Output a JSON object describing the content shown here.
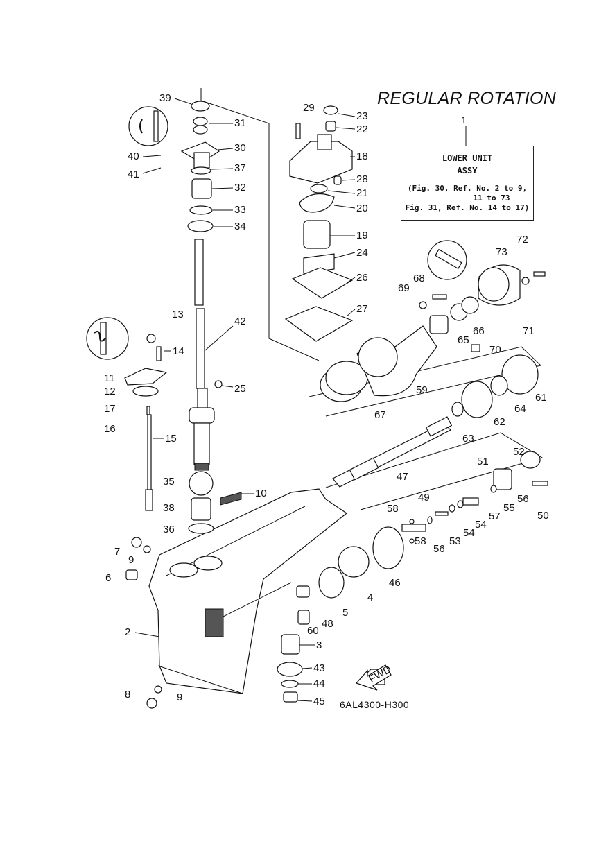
{
  "title": "REGULAR ROTATION",
  "assembly": {
    "ref": "1",
    "name_line1": "LOWER UNIT",
    "name_line2": "ASSY",
    "ref_line1": "(Fig. 30, Ref. No. 2 to 9,",
    "ref_line2": "11 to 73",
    "ref_line3": "Fig. 31, Ref. No. 14 to 17)"
  },
  "drawing_code": "6AL4300-H300",
  "fwd_label": "FWD",
  "callouts": {
    "c2": "2",
    "c3": "3",
    "c4": "4",
    "c5": "5",
    "c6": "6",
    "c7": "7",
    "c8": "8",
    "c9a": "9",
    "c9b": "9",
    "c10": "10",
    "c11": "11",
    "c12": "12",
    "c13": "13",
    "c14": "14",
    "c15": "15",
    "c16": "16",
    "c17": "17",
    "c18": "18",
    "c19": "19",
    "c20": "20",
    "c21": "21",
    "c22": "22",
    "c23": "23",
    "c24": "24",
    "c25": "25",
    "c26": "26",
    "c27": "27",
    "c28": "28",
    "c29": "29",
    "c30": "30",
    "c31": "31",
    "c32": "32",
    "c33": "33",
    "c34": "34",
    "c35": "35",
    "c36": "36",
    "c37": "37",
    "c38": "38",
    "c39": "39",
    "c40": "40",
    "c41": "41",
    "c42": "42",
    "c43": "43",
    "c44": "44",
    "c45": "45",
    "c46": "46",
    "c47": "47",
    "c48": "48",
    "c49": "49",
    "c50": "50",
    "c51": "51",
    "c52": "52",
    "c53": "53",
    "c54a": "54",
    "c54b": "54",
    "c55": "55",
    "c56a": "56",
    "c56b": "56",
    "c57": "57",
    "c58a": "58",
    "c58b": "58",
    "c59": "59",
    "c60": "60",
    "c61": "61",
    "c62": "62",
    "c63": "63",
    "c64": "64",
    "c65": "65",
    "c66": "66",
    "c67": "67",
    "c68": "68",
    "c69": "69",
    "c70": "70",
    "c71": "71",
    "c72": "72",
    "c73": "73"
  }
}
